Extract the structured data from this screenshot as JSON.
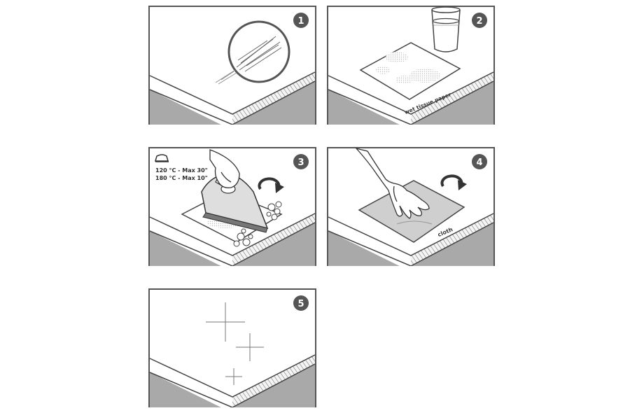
{
  "steps": [
    {
      "number": "1"
    },
    {
      "number": "2",
      "label": "wet tissue paper"
    },
    {
      "number": "3",
      "iron_line1": "120 °C - Max 30\"",
      "iron_line2": "180 °C - Max 10\""
    },
    {
      "number": "4",
      "label": "cloth"
    },
    {
      "number": "5"
    }
  ],
  "colors": {
    "frame": "#555555",
    "counter_side": "#a9a9a9",
    "badge": "#555555",
    "line": "#444444"
  },
  "icons": [
    "scratch-magnifier-icon",
    "water-glass-icon",
    "iron-icon",
    "rotate-arrow-icon",
    "hand-icon",
    "sparkle-icon"
  ]
}
